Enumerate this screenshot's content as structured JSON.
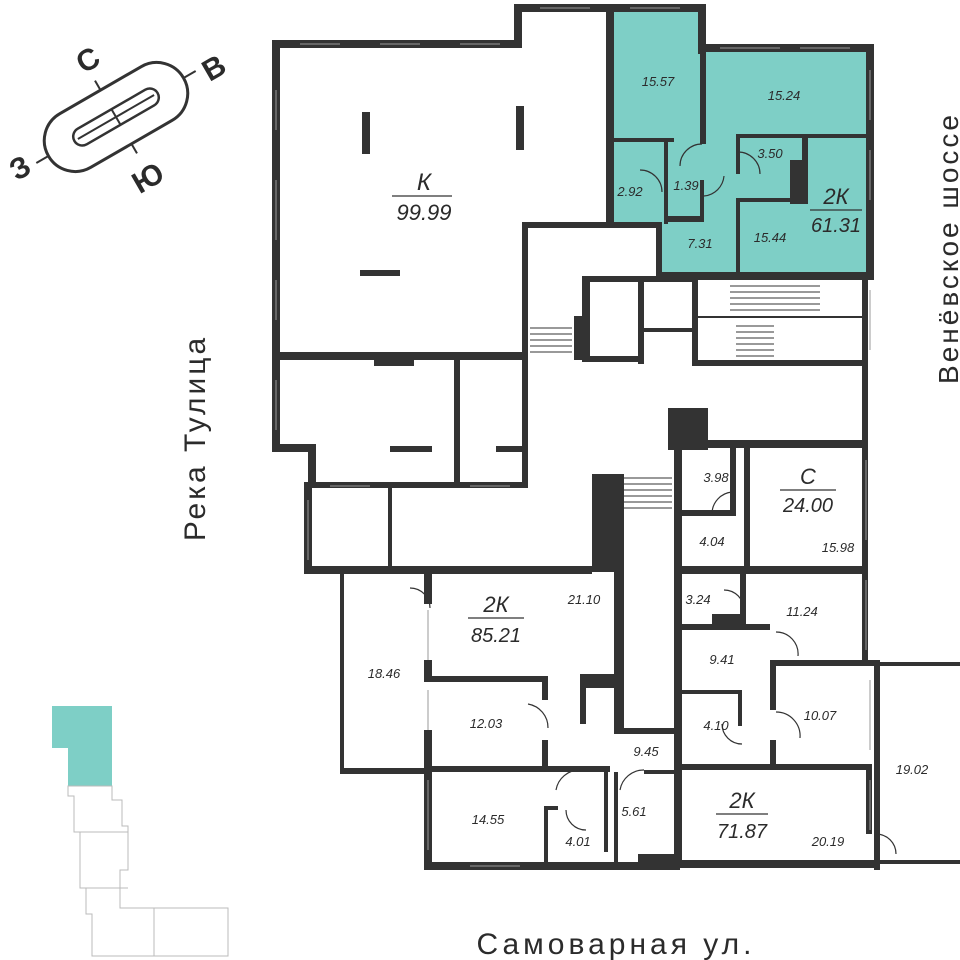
{
  "compass": {
    "north": "С",
    "east": "В",
    "south": "Ю",
    "west": "З"
  },
  "streets": {
    "left": "Река Тулица",
    "right": "Венёвское шоссе",
    "bottom": "Самоварная ул."
  },
  "colors": {
    "highlight": "#7ecfc6",
    "wall": "#333333"
  },
  "rooms": {
    "hl_a": "15.57",
    "hl_b": "15.24",
    "hl_c": "3.50",
    "hl_d": "2.92",
    "hl_e": "1.39",
    "hl_f": "7.31",
    "hl_g": "15.44",
    "commercial_area": "99.99",
    "r1": "3.98",
    "r2": "4.04",
    "r3": "15.98",
    "r4": "21.10",
    "r5": "18.46",
    "r6": "12.03",
    "r7": "9.45",
    "r8": "14.55",
    "r9": "4.01",
    "r10": "5.61",
    "r11": "3.24",
    "r12": "11.24",
    "r13": "9.41",
    "r14": "4.10",
    "r15": "10.07",
    "r16": "19.02",
    "r17": "20.19"
  },
  "units": {
    "commercial": {
      "code": "К",
      "area": "99.99"
    },
    "hl_apartment": {
      "code": "2К",
      "area": "61.31"
    },
    "studio": {
      "code": "С",
      "area": "24.00"
    },
    "apt_left": {
      "code": "2К",
      "area": "85.21"
    },
    "apt_right": {
      "code": "2К",
      "area": "71.87"
    }
  }
}
